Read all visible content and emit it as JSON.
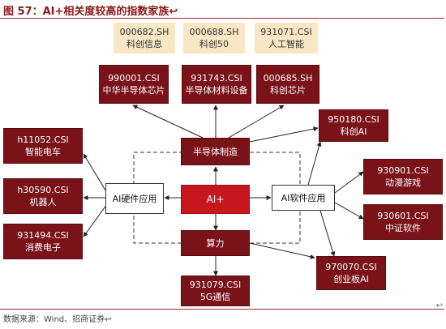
{
  "figure": {
    "title": "图 57：AI+相关度较高的指数家族↩",
    "source": "数据来源：Wind、招商证券↩",
    "corner_mark": "↩"
  },
  "top_row": [
    {
      "code": "000682.SH",
      "name": "科创信息"
    },
    {
      "code": "000688.SH",
      "name": "科创50"
    },
    {
      "code": "931071.CSI",
      "name": "人工智能"
    }
  ],
  "semiconductor_children": [
    {
      "code": "990001.CSI",
      "name": "中华半导体芯片"
    },
    {
      "code": "931743.CSI",
      "name": "半导体材料设备"
    },
    {
      "code": "000685.SH",
      "name": "科创芯片"
    }
  ],
  "center": {
    "hub": "AI+",
    "semiconductor": "半导体制造",
    "hardware": "AI硬件应用",
    "software": "AI软件应用",
    "compute": "算力"
  },
  "hardware_children": [
    {
      "code": "h11052.CSI",
      "name": "智能电车"
    },
    {
      "code": "h30590.CSI",
      "name": "机器人"
    },
    {
      "code": "931494.CSI",
      "name": "消费电子"
    }
  ],
  "software_children": [
    {
      "code": "950180.CSI",
      "name": "科创AI"
    },
    {
      "code": "930901.CSI",
      "name": "动漫游戏"
    },
    {
      "code": "930601.CSI",
      "name": "中证软件"
    },
    {
      "code": "970070.CSI",
      "name": "创业板AI"
    }
  ],
  "compute_children": [
    {
      "code": "931079.CSI",
      "name": "5G通信"
    }
  ],
  "colors": {
    "dark_box": "#7A1219",
    "hub": "#C7161E",
    "light_box": "#F7E7C4",
    "title": "#8B1A1A"
  }
}
